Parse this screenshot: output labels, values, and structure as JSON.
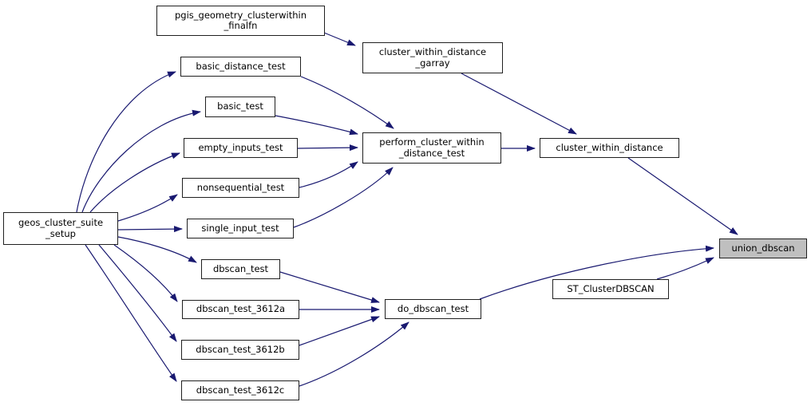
{
  "diagram": {
    "type": "doxygen-call-graph",
    "colors": {
      "background": "#ffffff",
      "edge": "#191970",
      "node_border": "#202020",
      "node_fill": "#ffffff",
      "highlighted_node_fill": "#bfbfbf",
      "text": "#000000"
    },
    "nodes": [
      {
        "id": "pgis_geometry_clusterwithin_finalfn",
        "label": "pgis_geometry_clusterwithin\n_finalfn",
        "highlighted": false
      },
      {
        "id": "cluster_within_distance_garray",
        "label": "cluster_within_distance\n_garray",
        "highlighted": false
      },
      {
        "id": "basic_distance_test",
        "label": "basic_distance_test",
        "highlighted": false
      },
      {
        "id": "basic_test",
        "label": "basic_test",
        "highlighted": false
      },
      {
        "id": "empty_inputs_test",
        "label": "empty_inputs_test",
        "highlighted": false
      },
      {
        "id": "perform_cluster_within_distance_test",
        "label": "perform_cluster_within\n_distance_test",
        "highlighted": false
      },
      {
        "id": "cluster_within_distance",
        "label": "cluster_within_distance",
        "highlighted": false
      },
      {
        "id": "nonsequential_test",
        "label": "nonsequential_test",
        "highlighted": false
      },
      {
        "id": "geos_cluster_suite_setup",
        "label": "geos_cluster_suite\n_setup",
        "highlighted": false
      },
      {
        "id": "single_input_test",
        "label": "single_input_test",
        "highlighted": false
      },
      {
        "id": "dbscan_test",
        "label": "dbscan_test",
        "highlighted": false
      },
      {
        "id": "do_dbscan_test",
        "label": "do_dbscan_test",
        "highlighted": false
      },
      {
        "id": "ST_ClusterDBSCAN",
        "label": "ST_ClusterDBSCAN",
        "highlighted": false
      },
      {
        "id": "union_dbscan",
        "label": "union_dbscan",
        "highlighted": true
      },
      {
        "id": "dbscan_test_3612a",
        "label": "dbscan_test_3612a",
        "highlighted": false
      },
      {
        "id": "dbscan_test_3612b",
        "label": "dbscan_test_3612b",
        "highlighted": false
      },
      {
        "id": "dbscan_test_3612c",
        "label": "dbscan_test_3612c",
        "highlighted": false
      }
    ],
    "edges": [
      {
        "from": "pgis_geometry_clusterwithin_finalfn",
        "to": "cluster_within_distance_garray"
      },
      {
        "from": "cluster_within_distance_garray",
        "to": "cluster_within_distance"
      },
      {
        "from": "geos_cluster_suite_setup",
        "to": "basic_distance_test"
      },
      {
        "from": "geos_cluster_suite_setup",
        "to": "basic_test"
      },
      {
        "from": "geos_cluster_suite_setup",
        "to": "empty_inputs_test"
      },
      {
        "from": "geos_cluster_suite_setup",
        "to": "nonsequential_test"
      },
      {
        "from": "geos_cluster_suite_setup",
        "to": "single_input_test"
      },
      {
        "from": "geos_cluster_suite_setup",
        "to": "dbscan_test"
      },
      {
        "from": "geos_cluster_suite_setup",
        "to": "dbscan_test_3612a"
      },
      {
        "from": "geos_cluster_suite_setup",
        "to": "dbscan_test_3612b"
      },
      {
        "from": "geos_cluster_suite_setup",
        "to": "dbscan_test_3612c"
      },
      {
        "from": "basic_distance_test",
        "to": "perform_cluster_within_distance_test"
      },
      {
        "from": "basic_test",
        "to": "perform_cluster_within_distance_test"
      },
      {
        "from": "empty_inputs_test",
        "to": "perform_cluster_within_distance_test"
      },
      {
        "from": "nonsequential_test",
        "to": "perform_cluster_within_distance_test"
      },
      {
        "from": "single_input_test",
        "to": "perform_cluster_within_distance_test"
      },
      {
        "from": "perform_cluster_within_distance_test",
        "to": "cluster_within_distance"
      },
      {
        "from": "cluster_within_distance",
        "to": "union_dbscan"
      },
      {
        "from": "dbscan_test",
        "to": "do_dbscan_test"
      },
      {
        "from": "dbscan_test_3612a",
        "to": "do_dbscan_test"
      },
      {
        "from": "dbscan_test_3612b",
        "to": "do_dbscan_test"
      },
      {
        "from": "dbscan_test_3612c",
        "to": "do_dbscan_test"
      },
      {
        "from": "do_dbscan_test",
        "to": "union_dbscan"
      },
      {
        "from": "ST_ClusterDBSCAN",
        "to": "union_dbscan"
      }
    ]
  }
}
